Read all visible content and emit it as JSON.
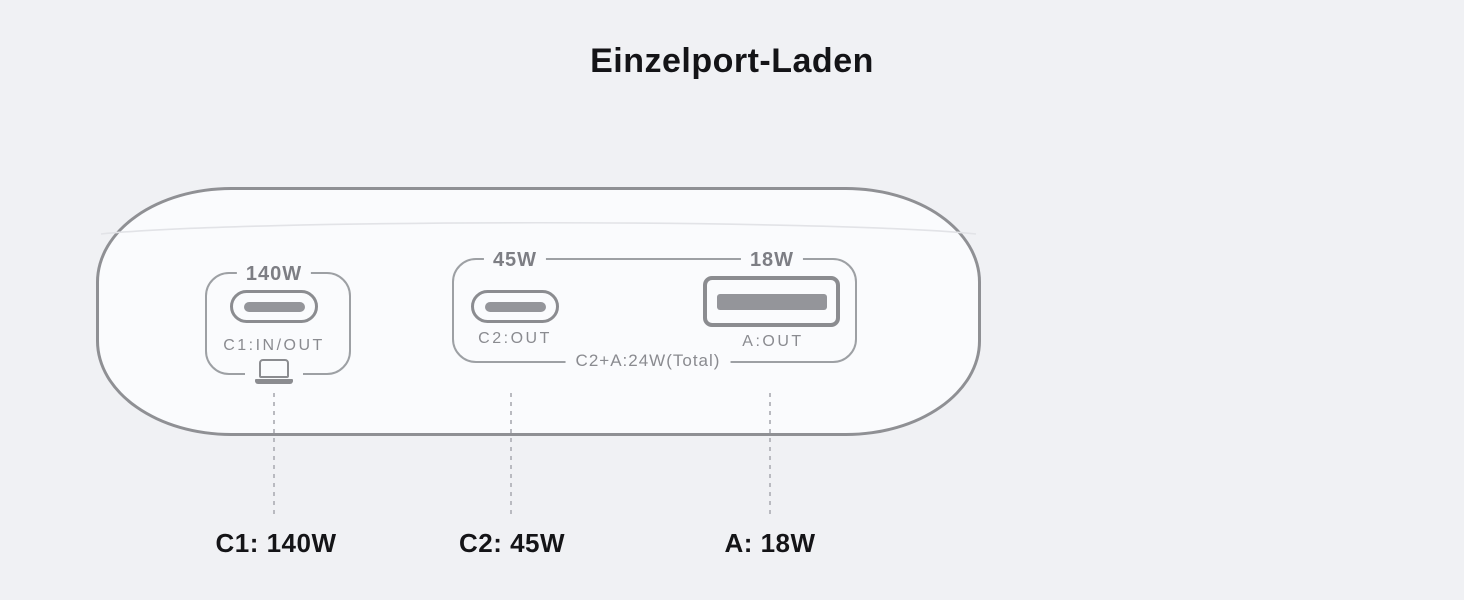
{
  "title": "Einzelport-Laden",
  "colors": {
    "background": "#f0f1f4",
    "body_fill": "#fafbfd",
    "outline": "#8f9094",
    "port_outline": "#8b8c90",
    "port_fill": "#94959a",
    "group_outline": "#9da0a4",
    "port_text": "#8a8b90",
    "watt_text": "#7d7e84",
    "label_text": "#141417",
    "seam": "#e2e3e7",
    "dash": "#b9bac0"
  },
  "device": {
    "ports": [
      {
        "id": "c1",
        "type": "usb-c",
        "watt": "140W",
        "label": "C1:IN/OUT"
      },
      {
        "id": "c2",
        "type": "usb-c",
        "watt": "45W",
        "label": "C2:OUT"
      },
      {
        "id": "a",
        "type": "usb-a",
        "watt": "18W",
        "label": "A:OUT"
      }
    ],
    "combo_note": "C2+A:24W(Total)"
  },
  "callouts": [
    {
      "port": "c1",
      "label": "C1: 140W"
    },
    {
      "port": "c2",
      "label": "C2: 45W"
    },
    {
      "port": "a",
      "label": "A: 18W"
    }
  ]
}
